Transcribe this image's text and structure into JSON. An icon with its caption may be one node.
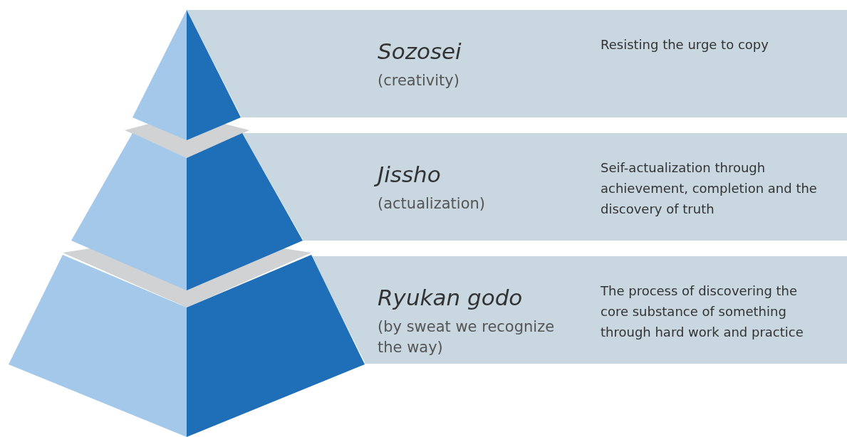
{
  "diagram": {
    "nodes": [
      {
        "text": [
          "Sozosei",
          "(creativity)",
          "Resisting the urge to copy"
        ]
      },
      {
        "text": [
          "Jissho",
          "(actualization)",
          "Seif-actualization through achievement, completion and the discovery of truth"
        ]
      },
      {
        "text": [
          "Ryukan godo",
          "(by sweat we recognize the way)",
          "The process of discovering the core substance of something through hard work and practice"
        ]
      }
    ]
  }
}
